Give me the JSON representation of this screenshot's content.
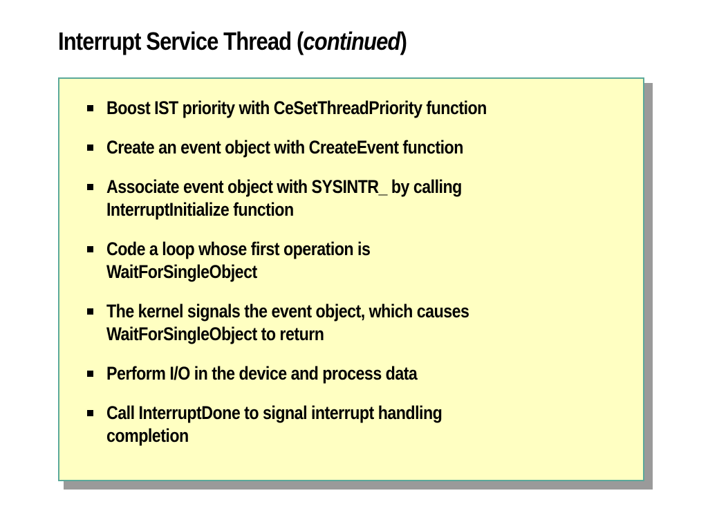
{
  "slide": {
    "title": "Interrupt Service Thread (",
    "title_italic": "continued",
    "title_suffix": ")"
  },
  "bullets": [
    {
      "line1": "Boost IST priority with CeSetThreadPriority function",
      "line2": ""
    },
    {
      "line1": "Create an event object with CreateEvent function",
      "line2": ""
    },
    {
      "line1": "Associate event object with SYSINTR_ by calling",
      "line2": "InterruptInitialize function"
    },
    {
      "line1": "Code a loop whose first operation is",
      "line2": "WaitForSingleObject"
    },
    {
      "line1": "The kernel signals the event object, which causes",
      "line2": "WaitForSingleObject to return"
    },
    {
      "line1": "Perform I/O in the device and process data",
      "line2": ""
    },
    {
      "line1": "Call InterruptDone to signal interrupt handling",
      "line2": "completion"
    }
  ],
  "colors": {
    "box_background": "#ffffc2",
    "box_border": "#5aa89a",
    "box_shadow": "#9a9a9a"
  }
}
